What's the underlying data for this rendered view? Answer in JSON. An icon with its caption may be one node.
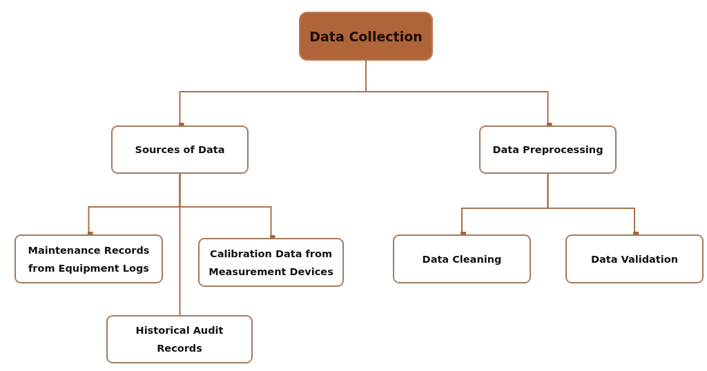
{
  "diagram": {
    "nodes": [
      {
        "text": [
          "Data Collection"
        ]
      },
      {
        "text": [
          "Sources of Data"
        ]
      },
      {
        "text": [
          "Data Preprocessing"
        ]
      },
      {
        "text": [
          "Maintenance Records from Equipment Logs"
        ]
      },
      {
        "text": [
          "Calibration Data from Measurement Devices"
        ]
      },
      {
        "text": [
          "Historical Audit Records"
        ]
      },
      {
        "text": [
          "Data Cleaning"
        ]
      },
      {
        "text": [
          "Data Validation"
        ]
      }
    ],
    "edges": [
      {
        "from": 0,
        "to": 1,
        "arrow": "other"
      },
      {
        "from": 0,
        "to": 2,
        "arrow": "other"
      },
      {
        "from": 1,
        "to": 3,
        "arrow": "other"
      },
      {
        "from": 1,
        "to": 4,
        "arrow": "other"
      },
      {
        "from": 1,
        "to": 5,
        "arrow": "none"
      },
      {
        "from": 2,
        "to": 6,
        "arrow": "other"
      },
      {
        "from": 2,
        "to": 7,
        "arrow": "other"
      }
    ]
  }
}
